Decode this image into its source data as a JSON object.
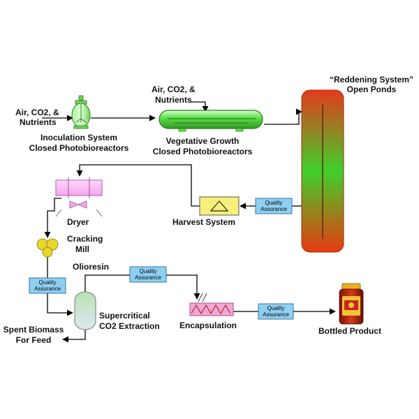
{
  "labels": {
    "input_1": [
      "Air, CO2, &",
      "Nutrients"
    ],
    "inoculation": [
      "Inoculation System",
      "Closed Photobioreactors"
    ],
    "input_2": [
      "Air, CO2, &",
      "Nutrients"
    ],
    "vegetative": [
      "Vegetative Growth",
      "Closed Photobioreactors"
    ],
    "reddening": [
      "“Reddening System”",
      "Open Ponds"
    ],
    "harvest": "Harvest System",
    "dryer": "Dryer",
    "cracking": [
      "Cracking",
      "Mill"
    ],
    "olioresin": "Olioresin",
    "extraction": [
      "Supercritical",
      "CO2 Extraction"
    ],
    "spent": [
      "Spent Biomass",
      "For Feed"
    ],
    "encapsulation": "Encapsulation",
    "bottled": "Bottled Product"
  },
  "quality_assurance": [
    "Quality",
    "Assurance"
  ],
  "colors": {
    "pond_top": "#e53a1c",
    "pond_mid": "#3fcf2a",
    "pond_bottom": "#e83a10",
    "qa_box": "#8fd0f2",
    "vegetative_tube": "#5fe04a",
    "dryer": "#f4a6ee",
    "harvest_box": "#f6f07a",
    "mill": "#e8d628",
    "extractor": "#b9e4b2",
    "encapsulator": "#f2a8d4"
  }
}
